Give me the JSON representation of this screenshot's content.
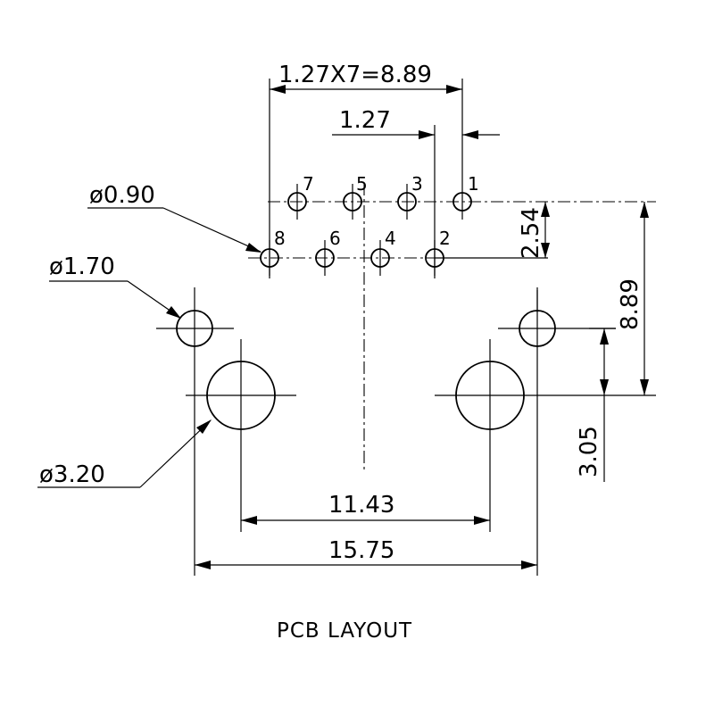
{
  "dimensions": {
    "pitch_total": "1.27X7=8.89",
    "pitch": "1.27",
    "row_spacing": "2.54",
    "height_total": "8.89",
    "offset_305": "3.05",
    "spacing_1143": "11.43",
    "spacing_1575": "15.75"
  },
  "callouts": {
    "pin_diameter": "ø0.90",
    "small_hole_diameter": "ø1.70",
    "large_hole_diameter": "ø3.20"
  },
  "pins": {
    "top_row": [
      "7",
      "5",
      "3",
      "1"
    ],
    "bottom_row": [
      "8",
      "6",
      "4",
      "2"
    ]
  },
  "title": "PCB LAYOUT"
}
